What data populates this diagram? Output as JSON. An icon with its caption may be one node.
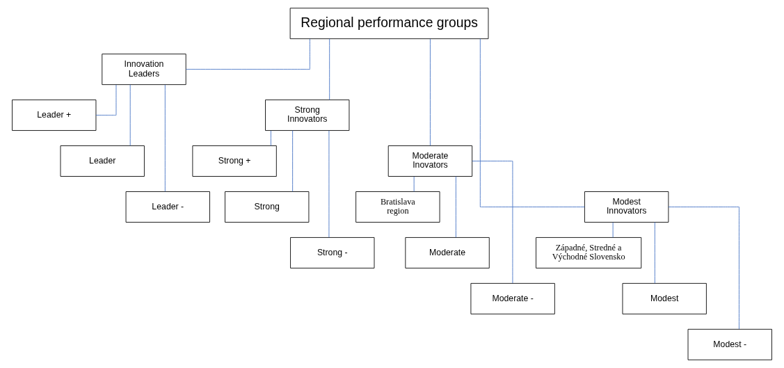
{
  "diagram": {
    "nodes": [
      {
        "text": [
          "Regional performance groups"
        ]
      },
      {
        "text": [
          "Innovation Leaders"
        ]
      },
      {
        "text": [
          "Strong Innovators"
        ]
      },
      {
        "text": [
          "Moderate Inovators"
        ]
      },
      {
        "text": [
          "Modest Innovators"
        ]
      },
      {
        "text": [
          "Leader +"
        ]
      },
      {
        "text": [
          "Leader"
        ]
      },
      {
        "text": [
          "Leader -"
        ]
      },
      {
        "text": [
          "Strong +"
        ]
      },
      {
        "text": [
          "Strong"
        ]
      },
      {
        "text": [
          "Strong -"
        ]
      },
      {
        "text": [
          "Bratislava region"
        ]
      },
      {
        "text": [
          "Moderate"
        ]
      },
      {
        "text": [
          "Moderate -"
        ]
      },
      {
        "text": [
          "Západné, Stredné a Východné Slovensko"
        ]
      },
      {
        "text": [
          "Modest"
        ]
      },
      {
        "text": [
          "Modest -"
        ]
      }
    ],
    "edges": [
      {
        "from": 0,
        "to": 1,
        "arrow": "none"
      },
      {
        "from": 0,
        "to": 2,
        "arrow": "none"
      },
      {
        "from": 0,
        "to": 3,
        "arrow": "none"
      },
      {
        "from": 0,
        "to": 4,
        "arrow": "none"
      },
      {
        "from": 1,
        "to": 5,
        "arrow": "none"
      },
      {
        "from": 1,
        "to": 6,
        "arrow": "none"
      },
      {
        "from": 1,
        "to": 7,
        "arrow": "none"
      },
      {
        "from": 2,
        "to": 8,
        "arrow": "none"
      },
      {
        "from": 2,
        "to": 9,
        "arrow": "none"
      },
      {
        "from": 2,
        "to": 10,
        "arrow": "none"
      },
      {
        "from": 3,
        "to": 11,
        "arrow": "none"
      },
      {
        "from": 3,
        "to": 12,
        "arrow": "none"
      },
      {
        "from": 3,
        "to": 13,
        "arrow": "none"
      },
      {
        "from": 4,
        "to": 14,
        "arrow": "none"
      },
      {
        "from": 4,
        "to": 15,
        "arrow": "none"
      },
      {
        "from": 4,
        "to": 16,
        "arrow": "none"
      }
    ]
  }
}
